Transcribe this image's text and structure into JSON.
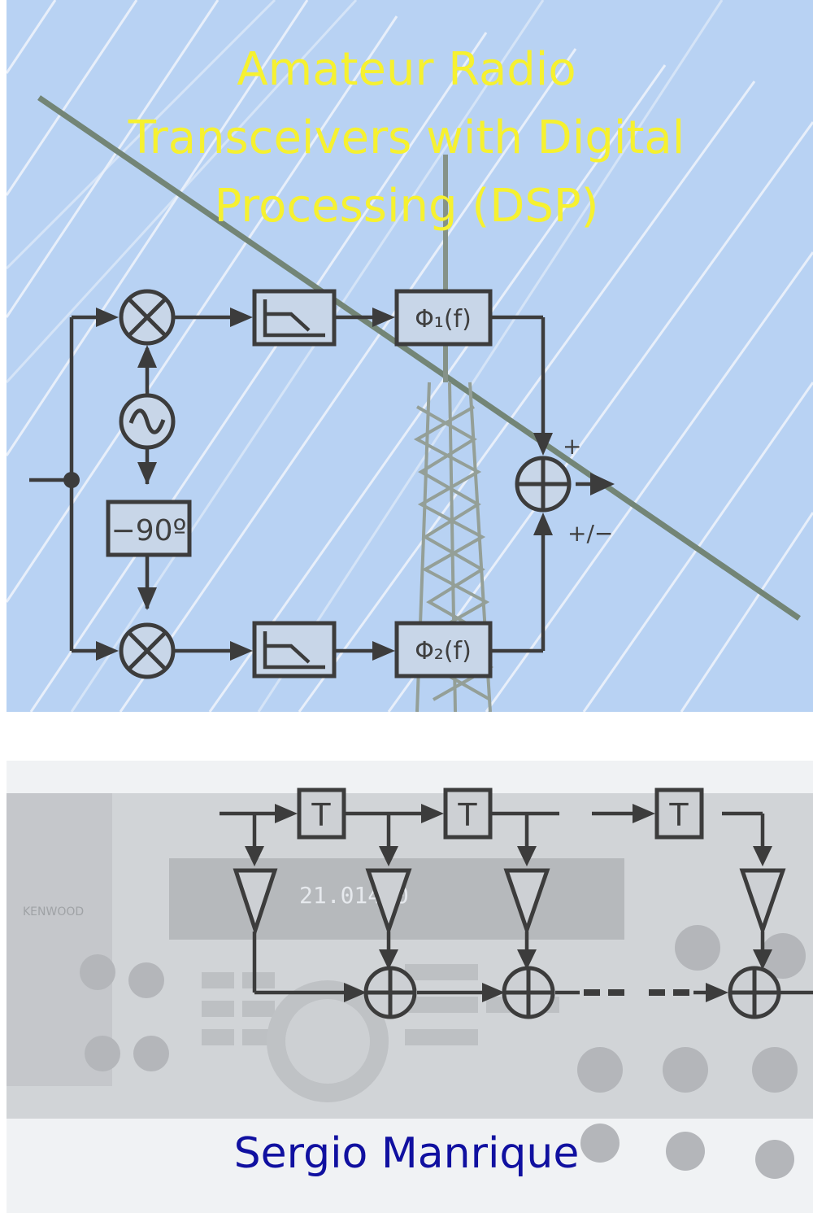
{
  "cover": {
    "title_lines": [
      "Amateur Radio",
      "Transceivers with Digital",
      "Processing (DSP)"
    ],
    "author": "Sergio Manrique",
    "title_color": "#f6f130",
    "author_color": "#1010a0",
    "sky_color": "#a8c8f0"
  },
  "top_diagram": {
    "phase_shift_label": "−90º",
    "filter1_label": "Φ₁(f)",
    "filter2_label": "Φ₂(f)",
    "plus_label": "+",
    "plus_minus_label": "+/−",
    "icons": [
      "multiplier-icon",
      "oscillator-icon",
      "lowpass-filter-icon",
      "summer-icon"
    ]
  },
  "bottom_diagram": {
    "delay_label": "T",
    "dash_label": "- -",
    "display_reading": "21.014.0",
    "radio_brand": "KENWOOD"
  }
}
